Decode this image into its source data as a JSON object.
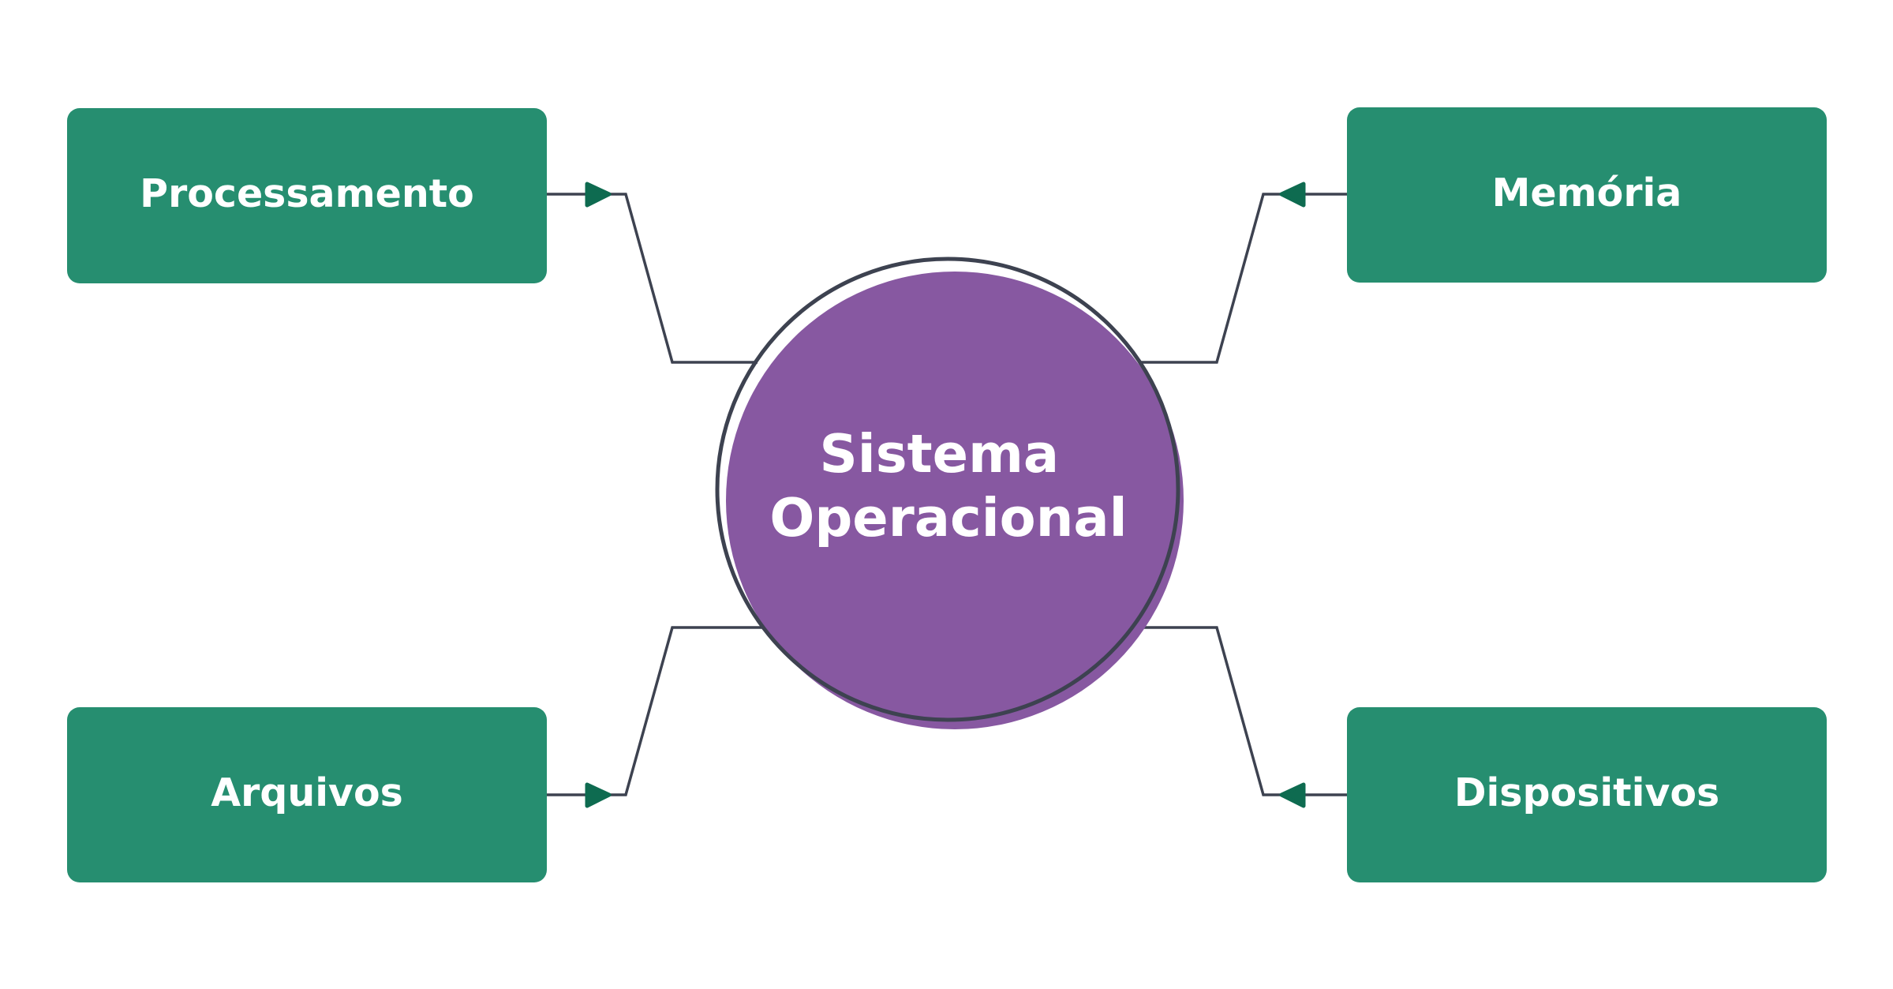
{
  "diagram": {
    "center": {
      "line1": "Sistema",
      "line2": "Operacional"
    },
    "nodes": {
      "top_left": "Processamento",
      "top_right": "Memória",
      "bottom_left": "Arquivos",
      "bottom_right": "Dispositivos"
    }
  },
  "colors": {
    "node_fill": "#268e70",
    "arrow": "#0e6b50",
    "center_fill": "#8758a1",
    "outline": "#3d4250",
    "text": "#ffffff"
  }
}
